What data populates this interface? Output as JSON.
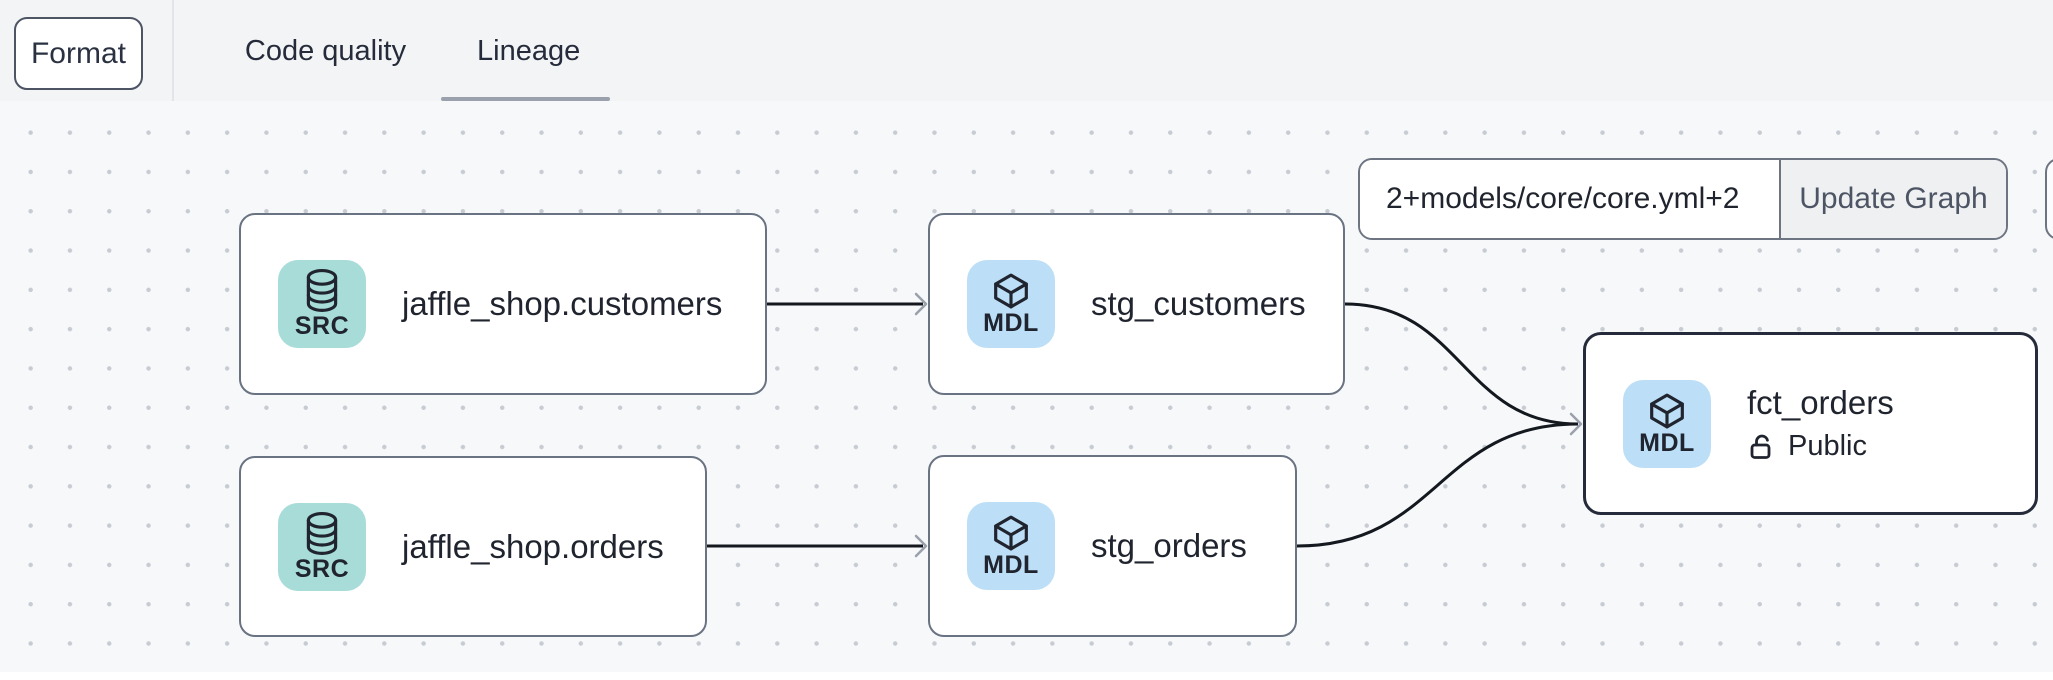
{
  "toolbar": {
    "format_label": "Format",
    "tabs": [
      {
        "label": "Code quality",
        "active": false
      },
      {
        "label": "Lineage",
        "active": true
      }
    ]
  },
  "graph_controls": {
    "selector_value": "2+models/core/core.yml+2",
    "update_button_label": "Update Graph"
  },
  "nodes": [
    {
      "id": "source.jaffle_shop.customers",
      "type": "source",
      "badge": "SRC",
      "title": "jaffle_shop.customers",
      "selected": false
    },
    {
      "id": "source.jaffle_shop.orders",
      "type": "source",
      "badge": "SRC",
      "title": "jaffle_shop.orders",
      "selected": false
    },
    {
      "id": "model.stg_customers",
      "type": "model",
      "badge": "MDL",
      "title": "stg_customers",
      "selected": false
    },
    {
      "id": "model.stg_orders",
      "type": "model",
      "badge": "MDL",
      "title": "stg_orders",
      "selected": false
    },
    {
      "id": "model.fct_orders",
      "type": "model",
      "badge": "MDL",
      "title": "fct_orders",
      "access": "Public",
      "selected": true
    }
  ],
  "edges": [
    {
      "from": "jaffle_shop.customers",
      "to": "stg_customers"
    },
    {
      "from": "jaffle_shop.orders",
      "to": "stg_orders"
    },
    {
      "from": "stg_customers",
      "to": "fct_orders"
    },
    {
      "from": "stg_orders",
      "to": "fct_orders"
    }
  ],
  "colors": {
    "topbar_bg": "#f3f4f6",
    "canvas_bg": "#f7f8fa",
    "dot": "#c7cbd2",
    "node_border": "#6a7382",
    "selected_border": "#252b3a",
    "edge": "#14181f",
    "arrow": "#9aa1ab",
    "icon_text": "#20242e",
    "src_badge": "#a7dcd8",
    "mdl_badge": "#bcdff7",
    "underline": "#9aa1ac",
    "btn_bg": "#eef0f2",
    "btn_text": "#4d5564"
  }
}
